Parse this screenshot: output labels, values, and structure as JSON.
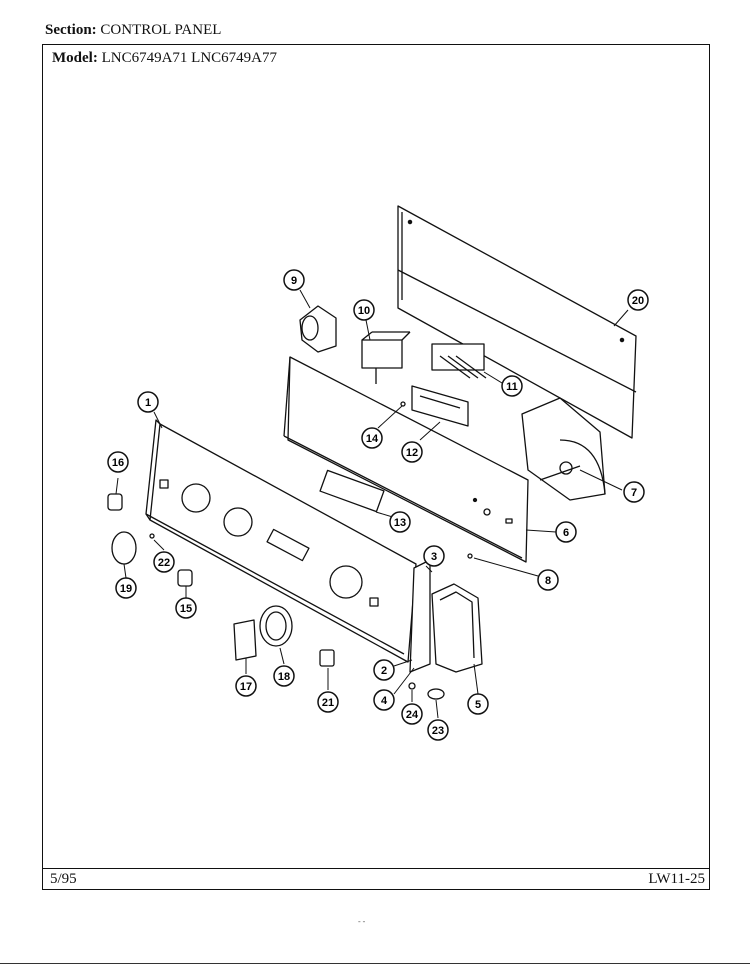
{
  "header": {
    "section_label": "Section:",
    "section_value": "CONTROL PANEL",
    "model_label": "Model:",
    "model_value": "LNC6749A71  LNC6749A77"
  },
  "footer": {
    "date": "5/95",
    "page_code": "LW11-25"
  },
  "scan_mark": "- -",
  "callouts": [
    "1",
    "2",
    "3",
    "4",
    "5",
    "6",
    "7",
    "8",
    "9",
    "10",
    "11",
    "12",
    "13",
    "14",
    "15",
    "16",
    "17",
    "18",
    "19",
    "20",
    "21",
    "22",
    "23",
    "24"
  ]
}
